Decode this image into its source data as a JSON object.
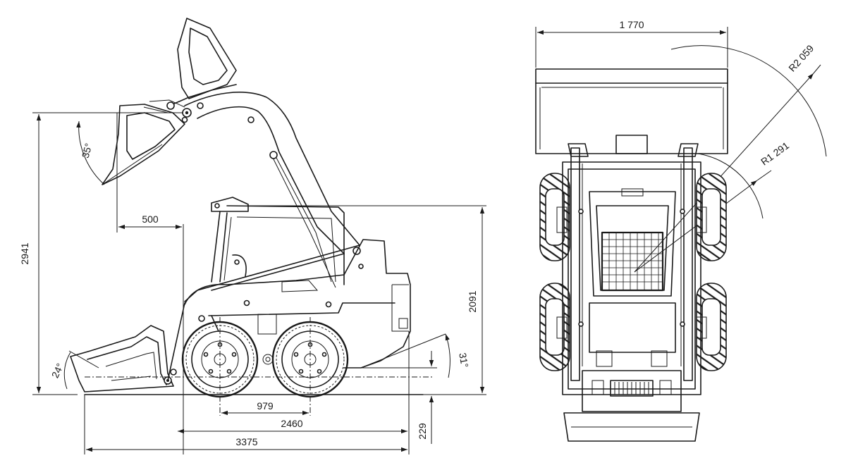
{
  "side_view": {
    "dimensions": {
      "overall_height": "2941",
      "cab_height": "2091",
      "reach": "500",
      "wheelbase": "979",
      "length_no_bucket": "2460",
      "overall_length": "3375",
      "ground_clearance": "229"
    },
    "angles": {
      "dump_angle": "35°",
      "rollback_angle": "24°",
      "departure_angle": "31°"
    }
  },
  "front_view": {
    "dimensions": {
      "bucket_width": "1 770",
      "outer_radius": "R2 059",
      "inner_radius": "R1 291"
    }
  }
}
